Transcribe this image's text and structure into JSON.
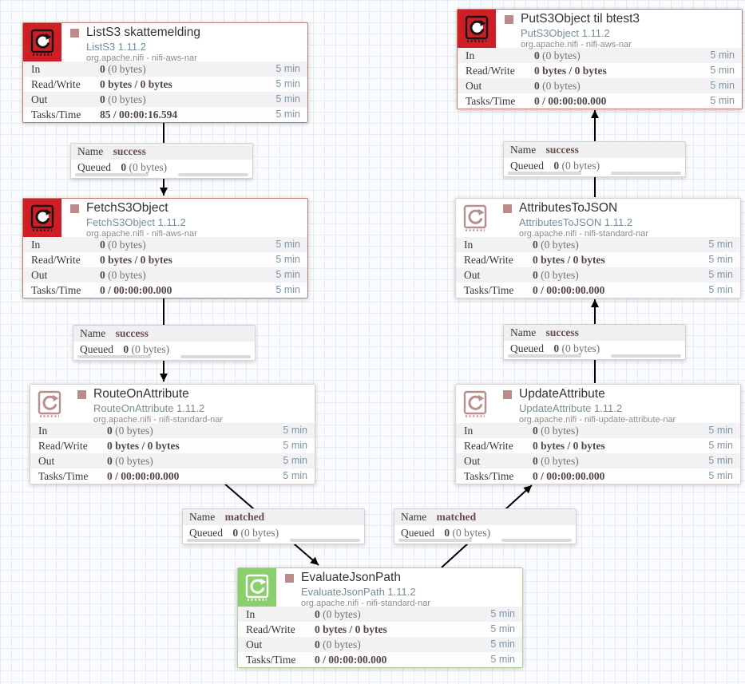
{
  "window_label": "5 min",
  "connection_label_keys": {
    "name": "Name",
    "queued": "Queued"
  },
  "colors": {
    "aws_icon_red": "#cf1e25",
    "standard_icon_rose": "#b98e8c",
    "green_icon": "#8bcf6c",
    "run_state_stopped": "#bc8a88",
    "arrow_black": "#000000",
    "version_blue_gray": "#728e9b",
    "window_blue_gray": "#7d95a4"
  },
  "processors": [
    {
      "id": "list-s3",
      "theme": "aws",
      "title": "ListS3 skattemelding",
      "type_version": "ListS3 1.11.2",
      "bundle": "org.apache.nifi - nifi-aws-nar",
      "stats": [
        {
          "label": "In",
          "bold": "0",
          "rest": " (0 bytes)",
          "window": "5 min"
        },
        {
          "label": "Read/Write",
          "bold": "0 bytes / 0 bytes",
          "rest": "",
          "window": "5 min"
        },
        {
          "label": "Out",
          "bold": "0",
          "rest": " (0 bytes)",
          "window": "5 min"
        },
        {
          "label": "Tasks/Time",
          "bold": "85 / 00:00:16.594",
          "rest": "",
          "window": "5 min"
        }
      ]
    },
    {
      "id": "put-s3object",
      "theme": "aws",
      "title": "PutS3Object til btest3",
      "type_version": "PutS3Object 1.11.2",
      "bundle": "org.apache.nifi - nifi-aws-nar",
      "stats": [
        {
          "label": "In",
          "bold": "0",
          "rest": " (0 bytes)",
          "window": "5 min"
        },
        {
          "label": "Read/Write",
          "bold": "0 bytes / 0 bytes",
          "rest": "",
          "window": "5 min"
        },
        {
          "label": "Out",
          "bold": "0",
          "rest": " (0 bytes)",
          "window": "5 min"
        },
        {
          "label": "Tasks/Time",
          "bold": "0 / 00:00:00.000",
          "rest": "",
          "window": "5 min"
        }
      ]
    },
    {
      "id": "fetch-s3object",
      "theme": "aws",
      "title": "FetchS3Object",
      "type_version": "FetchS3Object 1.11.2",
      "bundle": "org.apache.nifi - nifi-aws-nar",
      "stats": [
        {
          "label": "In",
          "bold": "0",
          "rest": " (0 bytes)",
          "window": "5 min"
        },
        {
          "label": "Read/Write",
          "bold": "0 bytes / 0 bytes",
          "rest": "",
          "window": "5 min"
        },
        {
          "label": "Out",
          "bold": "0",
          "rest": " (0 bytes)",
          "window": "5 min"
        },
        {
          "label": "Tasks/Time",
          "bold": "0 / 00:00:00.000",
          "rest": "",
          "window": "5 min"
        }
      ]
    },
    {
      "id": "attributes-to-json",
      "theme": "standard",
      "title": "AttributesToJSON",
      "type_version": "AttributesToJSON 1.11.2",
      "bundle": "org.apache.nifi - nifi-standard-nar",
      "stats": [
        {
          "label": "In",
          "bold": "0",
          "rest": " (0 bytes)",
          "window": "5 min"
        },
        {
          "label": "Read/Write",
          "bold": "0 bytes / 0 bytes",
          "rest": "",
          "window": "5 min"
        },
        {
          "label": "Out",
          "bold": "0",
          "rest": " (0 bytes)",
          "window": "5 min"
        },
        {
          "label": "Tasks/Time",
          "bold": "0 / 00:00:00.000",
          "rest": "",
          "window": "5 min"
        }
      ]
    },
    {
      "id": "route-on-attribute",
      "theme": "standard",
      "title": "RouteOnAttribute",
      "type_version": "RouteOnAttribute 1.11.2",
      "bundle": "org.apache.nifi - nifi-standard-nar",
      "stats": [
        {
          "label": "In",
          "bold": "0",
          "rest": " (0 bytes)",
          "window": "5 min"
        },
        {
          "label": "Read/Write",
          "bold": "0 bytes / 0 bytes",
          "rest": "",
          "window": "5 min"
        },
        {
          "label": "Out",
          "bold": "0",
          "rest": " (0 bytes)",
          "window": "5 min"
        },
        {
          "label": "Tasks/Time",
          "bold": "0 / 00:00:00.000",
          "rest": "",
          "window": "5 min"
        }
      ]
    },
    {
      "id": "update-attribute",
      "theme": "standard",
      "title": "UpdateAttribute",
      "type_version": "UpdateAttribute 1.11.2",
      "bundle": "org.apache.nifi - nifi-update-attribute-nar",
      "stats": [
        {
          "label": "In",
          "bold": "0",
          "rest": " (0 bytes)",
          "window": "5 min"
        },
        {
          "label": "Read/Write",
          "bold": "0 bytes / 0 bytes",
          "rest": "",
          "window": "5 min"
        },
        {
          "label": "Out",
          "bold": "0",
          "rest": " (0 bytes)",
          "window": "5 min"
        },
        {
          "label": "Tasks/Time",
          "bold": "0 / 00:00:00.000",
          "rest": "",
          "window": "5 min"
        }
      ]
    },
    {
      "id": "evaluate-json-path",
      "theme": "green",
      "title": "EvaluateJsonPath",
      "type_version": "EvaluateJsonPath 1.11.2",
      "bundle": "org.apache.nifi - nifi-standard-nar",
      "stats": [
        {
          "label": "In",
          "bold": "0",
          "rest": " (0 bytes)",
          "window": "5 min"
        },
        {
          "label": "Read/Write",
          "bold": "0 bytes / 0 bytes",
          "rest": "",
          "window": "5 min"
        },
        {
          "label": "Out",
          "bold": "0",
          "rest": " (0 bytes)",
          "window": "5 min"
        },
        {
          "label": "Tasks/Time",
          "bold": "0 / 00:00:00.000",
          "rest": "",
          "window": "5 min"
        }
      ]
    }
  ],
  "connections": [
    {
      "id": "lists3-to-fetchs3",
      "name": "success",
      "queued_bold": "0",
      "queued_rest": " (0 bytes)"
    },
    {
      "id": "fetchs3-to-route",
      "name": "success",
      "queued_bold": "0",
      "queued_rest": " (0 bytes)"
    },
    {
      "id": "attrtojson-to-puts3",
      "name": "success",
      "queued_bold": "0",
      "queued_rest": " (0 bytes)"
    },
    {
      "id": "update-to-attrtojson",
      "name": "success",
      "queued_bold": "0",
      "queued_rest": " (0 bytes)"
    },
    {
      "id": "route-to-evaluate",
      "name": "matched",
      "queued_bold": "0",
      "queued_rest": " (0 bytes)"
    },
    {
      "id": "evaluate-to-update",
      "name": "matched",
      "queued_bold": "0",
      "queued_rest": " (0 bytes)"
    }
  ]
}
